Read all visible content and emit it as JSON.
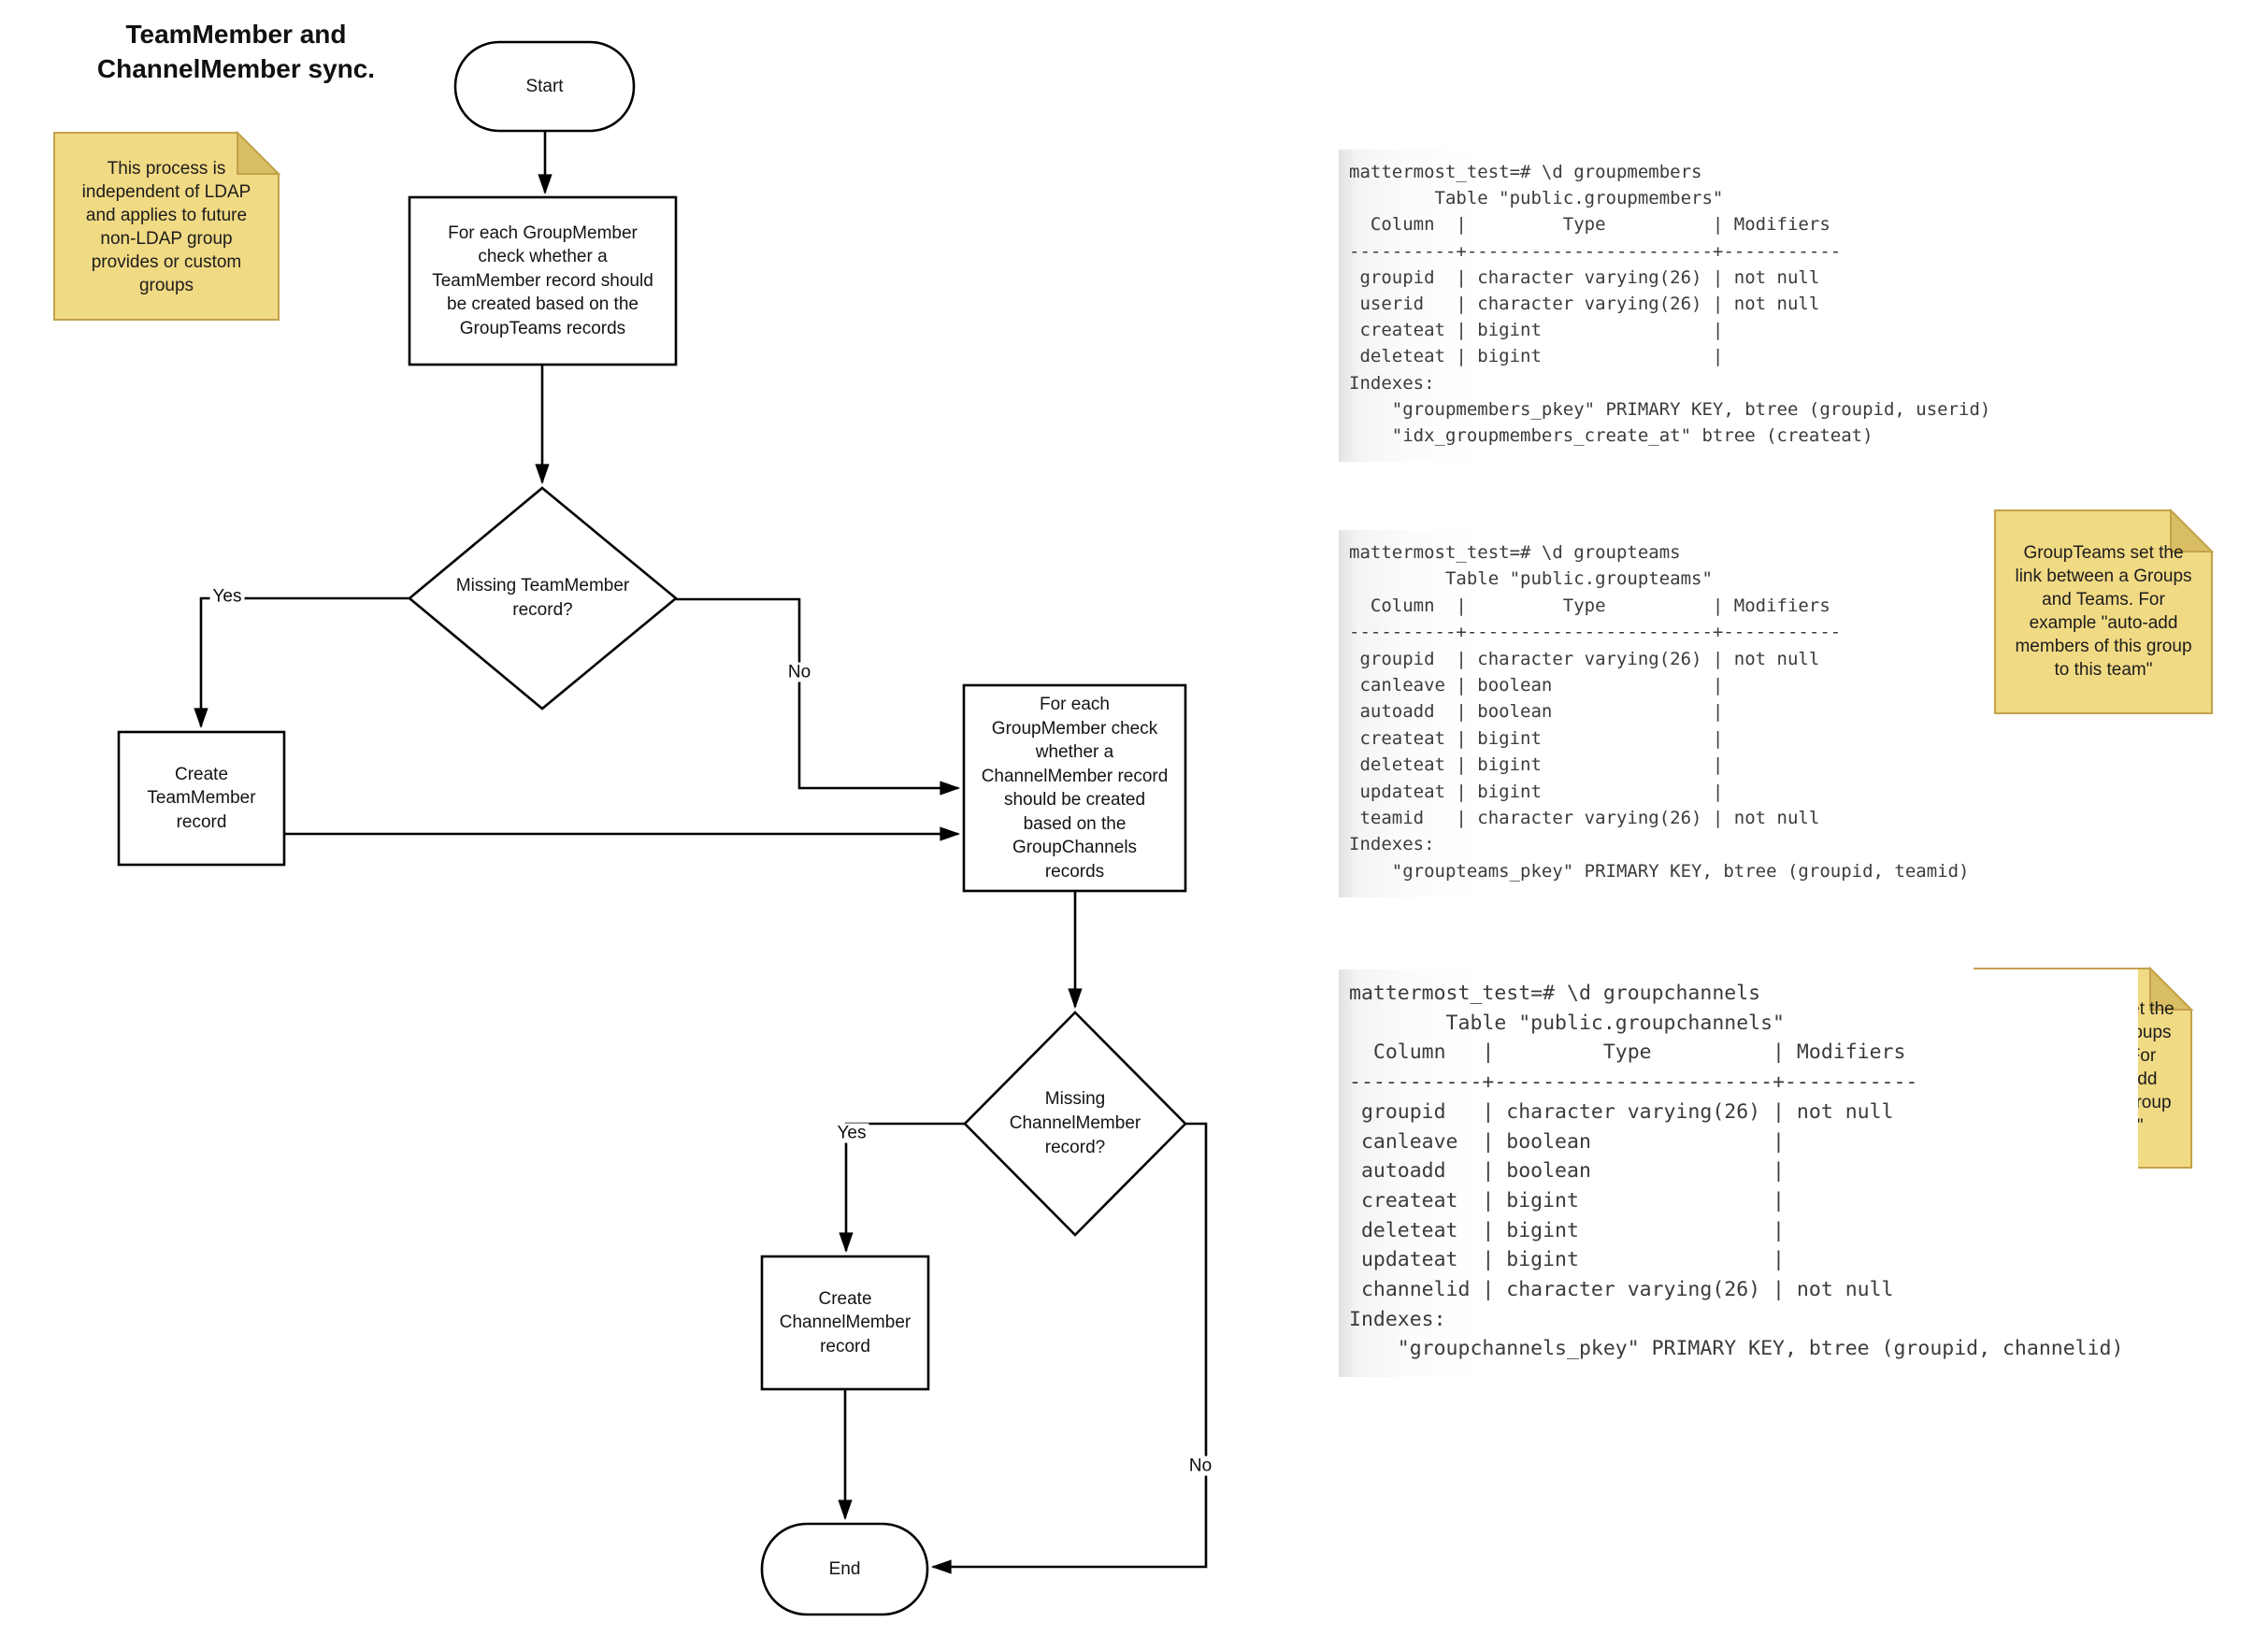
{
  "title": "TeamMember and\nChannelMember sync.",
  "flow": {
    "start": "Start",
    "process_team": "For each GroupMember\ncheck whether a\nTeamMember record should\nbe created based on the\nGroupTeams records",
    "decision_team": "Missing TeamMember\nrecord?",
    "create_team": "Create\nTeamMember\nrecord",
    "process_channel": "For each\nGroupMember check\nwhether a\nChannelMember record\nshould be created\nbased on the\nGroupChannels\nrecords",
    "decision_channel": "Missing\nChannelMember\nrecord?",
    "create_channel": "Create\nChannelMember\nrecord",
    "end": "End",
    "labels": {
      "yes_team": "Yes",
      "no_team": "No",
      "yes_channel": "Yes",
      "no_channel": "No"
    }
  },
  "notes": {
    "ldap": "This process is\nindependent of LDAP\nand applies to future\nnon-LDAP group\nprovides or custom\ngroups",
    "groupteams": "GroupTeams set the\nlink between a Groups\nand Teams. For\nexample \"auto-add\nmembers of this group\nto this team\"",
    "groupchannels": "GroupChannels set the\nlink between a Groups\nand Channels. For\nexample \"auto-add\nmembers of this group\nto this channel\""
  },
  "terminal": {
    "groupmembers": "mattermost_test=# \\d groupmembers\n        Table \"public.groupmembers\"\n  Column  |         Type          | Modifiers\n----------+-----------------------+-----------\n groupid  | character varying(26) | not null\n userid   | character varying(26) | not null\n createat | bigint                |\n deleteat | bigint                |\nIndexes:\n    \"groupmembers_pkey\" PRIMARY KEY, btree (groupid, userid)\n    \"idx_groupmembers_create_at\" btree (createat)",
    "groupteams": "mattermost_test=# \\d groupteams\n         Table \"public.groupteams\"\n  Column  |         Type          | Modifiers\n----------+-----------------------+-----------\n groupid  | character varying(26) | not null\n canleave | boolean               |\n autoadd  | boolean               |\n createat | bigint                |\n deleteat | bigint                |\n updateat | bigint                |\n teamid   | character varying(26) | not null\nIndexes:\n    \"groupteams_pkey\" PRIMARY KEY, btree (groupid, teamid)",
    "groupchannels": "mattermost_test=# \\d groupchannels\n        Table \"public.groupchannels\"\n  Column   |         Type          | Modifiers\n-----------+-----------------------+-----------\n groupid   | character varying(26) | not null\n canleave  | boolean               |\n autoadd   | boolean               |\n createat  | bigint                |\n deleteat  | bigint                |\n updateat  | bigint                |\n channelid | character varying(26) | not null\nIndexes:\n    \"groupchannels_pkey\" PRIMARY KEY, btree (groupid, channelid)"
  },
  "colors": {
    "note_fill": "#f1da84",
    "note_fold": "#d9bd62",
    "note_border": "#c2a24a",
    "shape_stroke": "#000000",
    "terminal_text": "#3b3b3b"
  }
}
